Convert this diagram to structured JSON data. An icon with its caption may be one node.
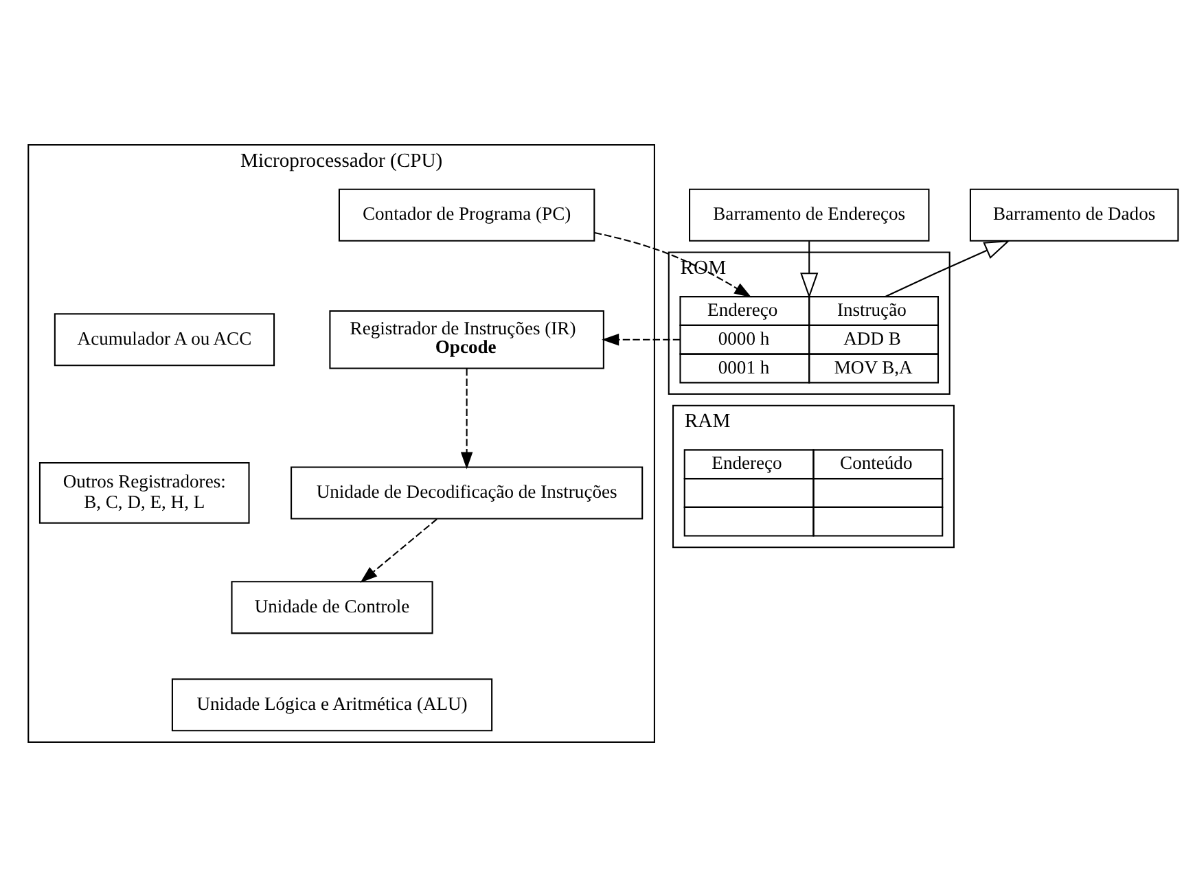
{
  "diagram": {
    "nodes": [
      {
        "text": [
          "Microprocessador (CPU)"
        ]
      },
      {
        "text": [
          "Contador de Programa (PC)"
        ],
        "in": 0
      },
      {
        "text": [
          "Acumulador A ou ACC"
        ],
        "in": 0
      },
      {
        "text": [
          "Registrador de Instruções (IR)",
          "Opcode"
        ],
        "in": 0
      },
      {
        "text": [
          "Outros Registradores:",
          "B, C, D, E, H, L"
        ],
        "in": 0
      },
      {
        "text": [
          "Unidade de Decodificação de Instruções"
        ],
        "in": 0
      },
      {
        "text": [
          "Unidade de Controle"
        ],
        "in": 0
      },
      {
        "text": [
          "Unidade Lógica e Aritmética (ALU)"
        ],
        "in": 0
      },
      {
        "text": [
          "Barramento de Endereços"
        ]
      },
      {
        "text": [
          "Barramento de Dados"
        ]
      },
      {
        "text": [
          "ROM"
        ]
      },
      {
        "text": [
          "RAM"
        ]
      }
    ],
    "edges": [
      {
        "from": 1,
        "to": 10,
        "arrow": "to",
        "style": "dashed"
      },
      {
        "from": 10,
        "to": 3,
        "arrow": "to",
        "style": "dashed"
      },
      {
        "from": 3,
        "to": 5,
        "arrow": "to",
        "style": "dashed"
      },
      {
        "from": 5,
        "to": 6,
        "arrow": "to",
        "style": "dashed"
      },
      {
        "from": 8,
        "to": 10,
        "arrow": "to"
      },
      {
        "from": 10,
        "to": 9,
        "arrow": "to"
      }
    ],
    "labels": [
      "Endereço",
      "Instrução",
      "0000 h",
      "ADD B",
      "0001 h",
      "MOV B,A",
      "Endereço",
      "Conteúdo"
    ]
  }
}
